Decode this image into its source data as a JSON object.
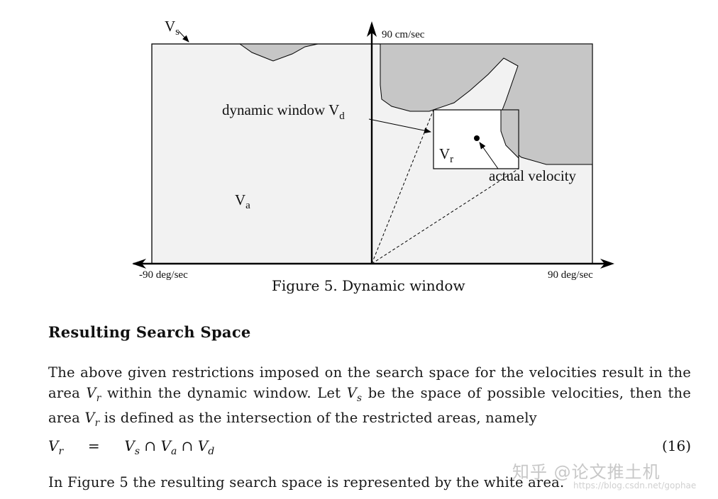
{
  "figure": {
    "label_vs": "V",
    "label_vs_sub": "s",
    "y_axis_label": "90 cm/sec",
    "x_left_label": "-90 deg/sec",
    "x_right_label": "90 deg/sec",
    "dynamic_window_label": "dynamic window V",
    "dynamic_window_sub": "d",
    "vr_label": "V",
    "vr_sub": "r",
    "va_label": "V",
    "va_sub": "a",
    "actual_velocity_label": "actual velocity",
    "caption": "Figure 5.  Dynamic window"
  },
  "section": {
    "heading": "Resulting Search Space",
    "para1_line1": "The above given restrictions imposed on the search space for the velocities result in the",
    "para1_line2_a": "area ",
    "para1_line2_vr": "V",
    "para1_line2_vr_sub": "r",
    "para1_line2_b": " within the dynamic window.  Let ",
    "para1_line2_vs": "V",
    "para1_line2_vs_sub": "s",
    "para1_line2_c": " be the space of possible velocities, then the",
    "para1_line3_a": "area ",
    "para1_line3_vr": "V",
    "para1_line3_vr_sub": "r",
    "para1_line3_b": " is defined as the intersection of the restricted areas, namely",
    "equation_lhs": "V",
    "equation_lhs_sub": "r",
    "equation_eq": "=",
    "equation_rhs": "V",
    "equation_rhs_s": "s",
    "equation_cap": " ∩ ",
    "equation_rhs_a_sub": "a",
    "equation_rhs_d_sub": "d",
    "equation_number": "(16)",
    "para2": "In Figure 5 the resulting search space is represented by the white area."
  },
  "watermark": {
    "text": "知乎 @论文推土机",
    "url": "https://blog.csdn.net/gophae"
  }
}
